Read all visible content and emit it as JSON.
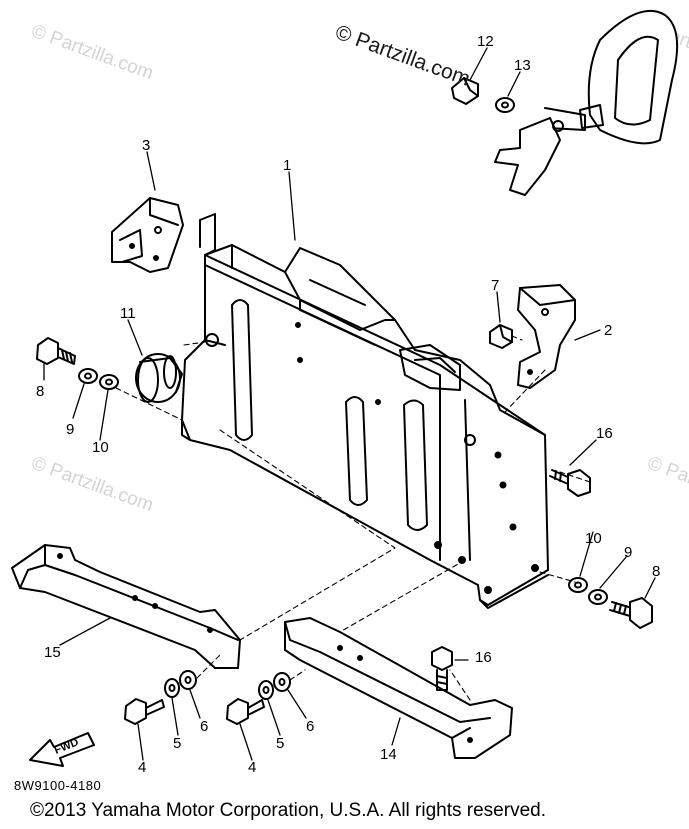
{
  "watermark": {
    "main": "© Partzilla.com",
    "faint": "© Partzilla.com"
  },
  "diagram_code": "8W9100-4180",
  "copyright": "©2013  Yamaha Motor Corporation, U.S.A. All rights reserved.",
  "fwd_label": "FWD",
  "callouts": {
    "c1": "1",
    "c2": "2",
    "c3": "3",
    "c4a": "4",
    "c4b": "4",
    "c5a": "5",
    "c5b": "5",
    "c6a": "6",
    "c6b": "6",
    "c7": "7",
    "c8a": "8",
    "c8b": "8",
    "c9a": "9",
    "c9b": "9",
    "c10a": "10",
    "c10b": "10",
    "c11": "11",
    "c12": "12",
    "c13": "13",
    "c14": "14",
    "c15": "15",
    "c16a": "16",
    "c16b": "16"
  }
}
